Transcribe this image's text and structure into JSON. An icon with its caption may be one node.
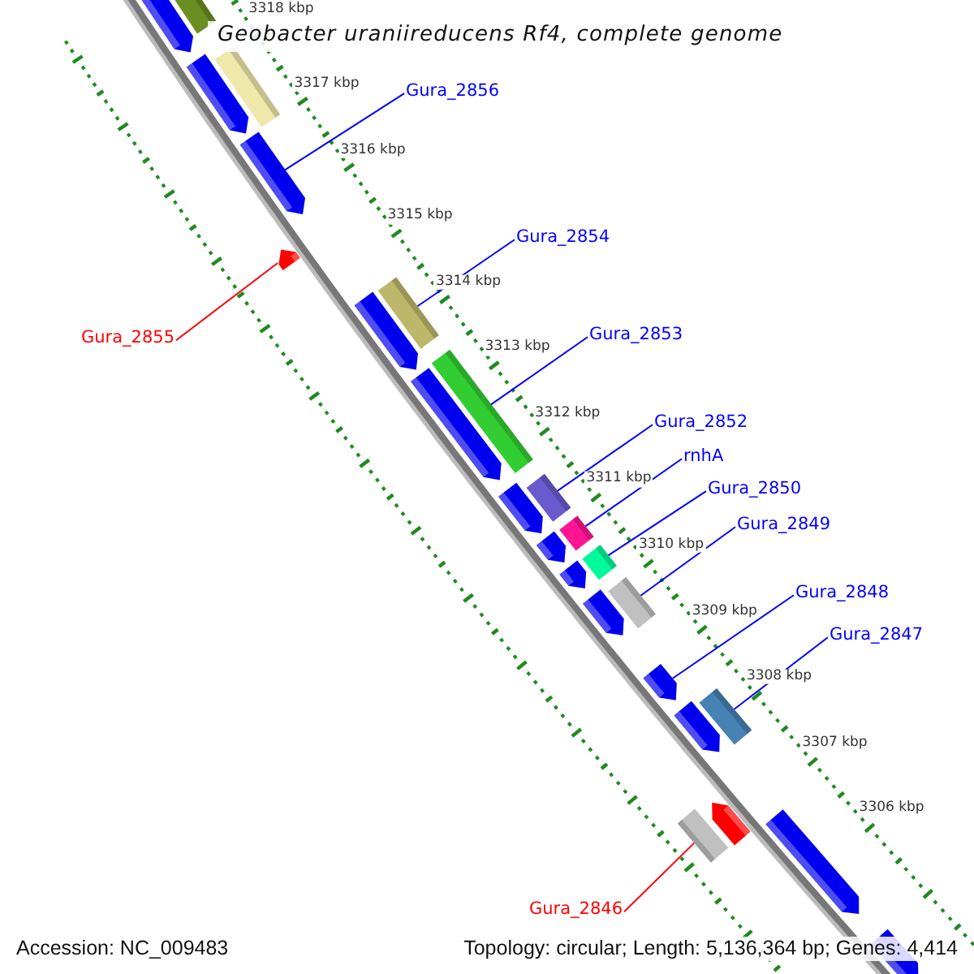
{
  "diagram": {
    "title": "Geobacter uraniireducens Rf4, complete genome",
    "nodes": [
      {
        "text": [
          "Gura_2856"
        ]
      },
      {
        "text": [
          "Gura_2854"
        ]
      },
      {
        "text": [
          "Gura_2855"
        ]
      },
      {
        "text": [
          "Gura_2853"
        ]
      },
      {
        "text": [
          "Gura_2852"
        ]
      },
      {
        "text": [
          "rnhA"
        ]
      },
      {
        "text": [
          "Gura_2850"
        ]
      },
      {
        "text": [
          "Gura_2849"
        ]
      },
      {
        "text": [
          "Gura_2848"
        ]
      },
      {
        "text": [
          "Gura_2847"
        ]
      },
      {
        "text": [
          "Gura_2846"
        ]
      },
      {
        "text": [],
        "shape": "pentagon"
      },
      {
        "text": [],
        "shape": "bar"
      },
      {
        "text": [],
        "shape": "pentagon"
      },
      {
        "text": [],
        "shape": "bar"
      },
      {
        "text": [],
        "shape": "bar"
      },
      {
        "text": [],
        "shape": "bar"
      },
      {
        "text": [],
        "shape": "bar"
      },
      {
        "text": [],
        "shape": "bar"
      },
      {
        "text": [],
        "shape": "pentagon"
      },
      {
        "text": [],
        "shape": "bar"
      },
      {
        "text": [],
        "shape": "bar"
      },
      {
        "text": [],
        "shape": "pentagon"
      },
      {
        "text": [],
        "shape": "pentagon"
      },
      {
        "text": [],
        "shape": "pentagon"
      },
      {
        "text": [],
        "shape": "pentagon"
      },
      {
        "text": [],
        "shape": "pentagon"
      },
      {
        "text": [],
        "shape": "pentagon"
      },
      {
        "text": [],
        "shape": "pentagon"
      },
      {
        "text": [],
        "shape": "pentagon"
      },
      {
        "text": [],
        "shape": "pentagon"
      },
      {
        "text": [],
        "shape": "pentagon"
      },
      {
        "text": [],
        "shape": "pentagon"
      },
      {
        "text": [],
        "shape": "bar"
      },
      {
        "text": [],
        "shape": "bar"
      },
      {
        "text": [],
        "shape": "pentagon"
      }
    ],
    "edges": [
      {
        "from": 0,
        "to": 11,
        "arrow": "none"
      },
      {
        "from": 1,
        "to": 12,
        "arrow": "none"
      },
      {
        "from": 2,
        "to": 13,
        "arrow": "none",
        "color": "#ff0000"
      },
      {
        "from": 3,
        "to": 14,
        "arrow": "none"
      },
      {
        "from": 4,
        "to": 15,
        "arrow": "none"
      },
      {
        "from": 5,
        "to": 16,
        "arrow": "none"
      },
      {
        "from": 6,
        "to": 17,
        "arrow": "none"
      },
      {
        "from": 7,
        "to": 18,
        "arrow": "none"
      },
      {
        "from": 8,
        "to": 19,
        "arrow": "none"
      },
      {
        "from": 9,
        "to": 20,
        "arrow": "none"
      },
      {
        "from": 10,
        "to": 21,
        "arrow": "none",
        "color": "#ff0000"
      }
    ],
    "labels": [
      "3318 kbp",
      "3317 kbp",
      "3316 kbp",
      "3315 kbp",
      "3314 kbp",
      "3313 kbp",
      "3312 kbp",
      "3311 kbp",
      "3310 kbp",
      "3309 kbp",
      "3308 kbp",
      "3307 kbp",
      "3306 kbp",
      "Accession: NC_009483",
      "Topology: circular; Length: 5,136,364 bp; Genes: 4,414"
    ]
  }
}
